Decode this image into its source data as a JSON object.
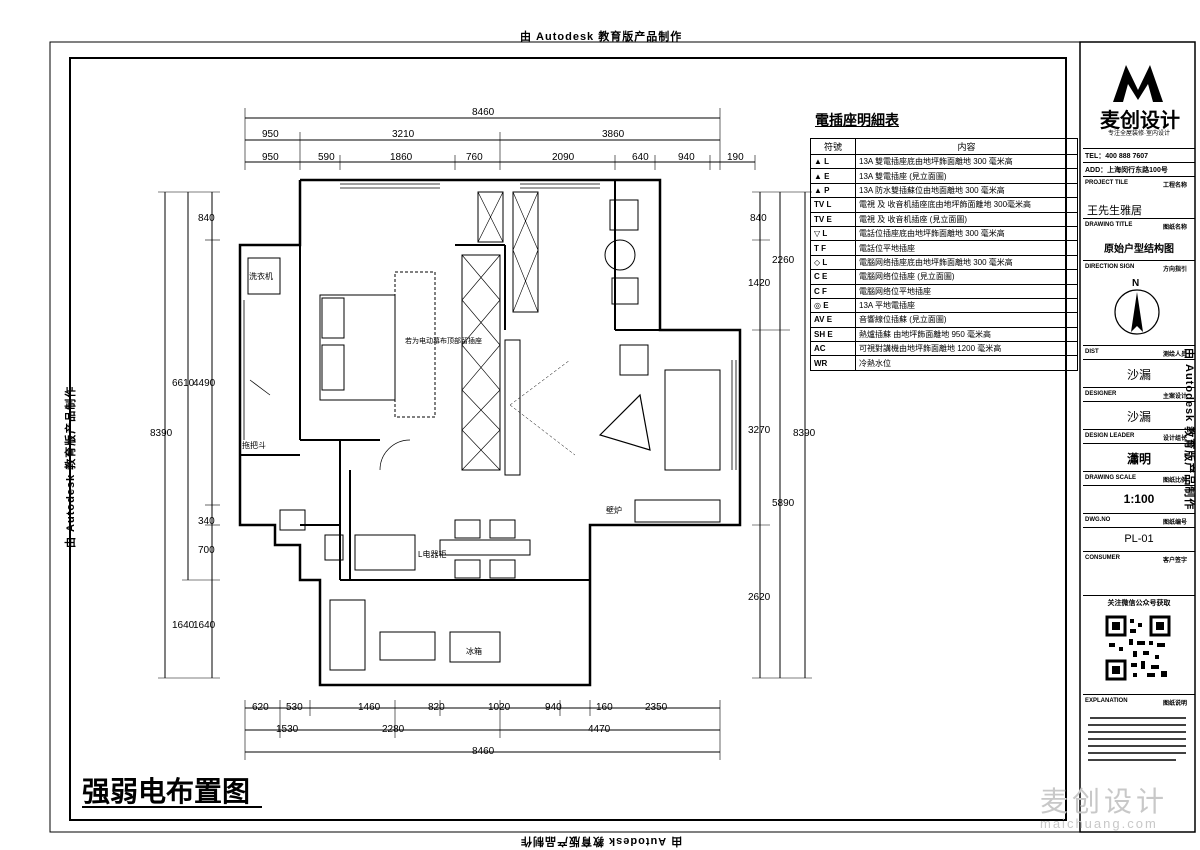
{
  "watermark_top": "由 Autodesk 教育版产品制作",
  "watermark_bottom": "由 Autodesk 教育版产品制作",
  "watermark_left": "由 Autodesk 教育版产品制作",
  "watermark_right": "由 Autodesk 教育版产品制作",
  "drawing_title": "强弱电布置图",
  "site_watermark": "麦创设计",
  "site_watermark_url": "maichuang.com",
  "legend": {
    "title": "電插座明細表",
    "header_symbol": "符號",
    "header_content": "内容",
    "rows": [
      {
        "symbol": "▲ L",
        "content": "13A 雙電插座底由地坪飾面離地 300 毫米高"
      },
      {
        "symbol": "▲ E",
        "content": "13A 雙電插座 (見立面圖)"
      },
      {
        "symbol": "▲ P",
        "content": "13A 防水雙插蘇位由地面離地 300 毫米高"
      },
      {
        "symbol": "TV L",
        "content": "電視 及 收音机插座底由地坪飾面離地 300毫米高"
      },
      {
        "symbol": "TV E",
        "content": "電視 及 收音机插座 (見立面圖)"
      },
      {
        "symbol": "▽ L",
        "content": "電話位插座底由地坪飾面離地 300 毫米高"
      },
      {
        "symbol": "T F",
        "content": "電話位平地插座"
      },
      {
        "symbol": "◇ L",
        "content": "電腦网络插座底由地坪飾面離地 300 毫米高"
      },
      {
        "symbol": "C E",
        "content": "電腦网络位插座 (見立面圖)"
      },
      {
        "symbol": "C F",
        "content": "電腦网络位平地插座"
      },
      {
        "symbol": "◎ E",
        "content": "13A 平地電插座"
      },
      {
        "symbol": "AV E",
        "content": "音響線位插蘇 (見立面圖)"
      },
      {
        "symbol": "SH E",
        "content": "熱爐插蘇 由地坪飾面離地 950 毫米高"
      },
      {
        "symbol": "AC",
        "content": "可視對講機由地坪飾面離地 1200 毫米高"
      },
      {
        "symbol": "WR",
        "content": "冷熱水位"
      }
    ]
  },
  "title_block": {
    "brand": "麦创设计",
    "brand_sub": "专注全屋装修·室内设计",
    "tel": "TEL：400 888 7607",
    "add": "ADD：上海闵行东路100号",
    "project_label": "PROJECT TILE",
    "project_value_label": "工程名称",
    "project_name": "王先生雅居",
    "drawing_title_label": "DRAWING TITLE",
    "drawing_title_value_label": "图纸名称",
    "drawing_name": "原始户型结构图",
    "direction_label": "DIRECTION SIGN",
    "direction_value_label": "方向指引",
    "north": "N",
    "dist_label": "DIST",
    "dist_value_label": "测绘人员",
    "dist_value": "沙漏",
    "designer_label": "DESIGNER",
    "designer_value_label": "主案设计",
    "designer_value": "沙漏",
    "leader_label": "DESIGN LEADER",
    "leader_value_label": "设计组长",
    "leader_value": "瀟明",
    "scale_label": "DRAWING SCALE",
    "scale_value_label": "图纸比例",
    "scale_value": "1:100",
    "dwg_label": "DWG.NO",
    "dwg_value_label": "图纸编号",
    "dwg_value": "PL-01",
    "consumer_label": "CONSUMER",
    "consumer_value_label": "客户签字",
    "follow": "关注微信公众号获取",
    "explanation_label": "EXPLANATION",
    "explanation_value_label": "图纸说明"
  },
  "dimensions": {
    "top_total": "8460",
    "top_row1": [
      "950",
      "3210",
      "3860"
    ],
    "top_row2": [
      "950",
      "590",
      "1860",
      "760",
      "2090",
      "640",
      "940",
      "190"
    ],
    "bottom_row1": [
      "620",
      "530",
      "1460",
      "820",
      "1020",
      "940",
      "160",
      "2350"
    ],
    "bottom_row2": [
      "1530",
      "2280",
      "4470"
    ],
    "bottom_total": "8460",
    "left_total": "8390",
    "left_outer": "6610",
    "left_inner": [
      "840",
      "4490",
      "340",
      "700",
      "1640",
      "1640"
    ],
    "right_total": "8390",
    "right_outer": [
      "2260",
      "5890"
    ],
    "right_inner": [
      "840",
      "1420",
      "3270",
      "2620"
    ]
  },
  "room_labels": {
    "washer": "洗衣机",
    "mop": "拖把斗",
    "curtain_note": "若为电动幕布顶部留插座",
    "heater": "L电器柜",
    "fridge": "冰箱",
    "wall_light": "壁炉"
  }
}
